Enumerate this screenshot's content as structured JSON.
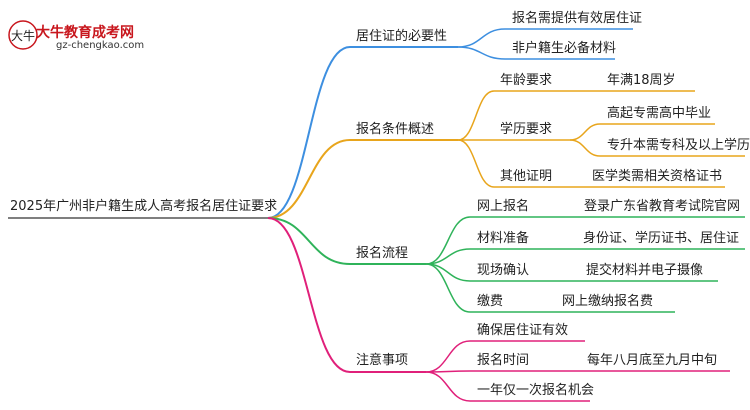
{
  "logo": {
    "title": "大牛教育成考网",
    "url": "gz-chengkao.com",
    "mark_glyph": "大牛"
  },
  "colors": {
    "branch1": "#3d8fe0",
    "branch2": "#e8a51c",
    "branch3": "#2fb35a",
    "branch4": "#e0207a",
    "root_line": "#555555",
    "brand": "#c8161d"
  },
  "mindmap": {
    "root": "2025年广州非户籍生成人高考报名居住证要求",
    "branches": [
      {
        "label": "居住证的必要性",
        "children": [
          {
            "label": "报名需提供有效居住证"
          },
          {
            "label": "非户籍生必备材料"
          }
        ]
      },
      {
        "label": "报名条件概述",
        "children": [
          {
            "label": "年龄要求",
            "children": [
              "年满18周岁"
            ]
          },
          {
            "label": "学历要求",
            "children": [
              "高起专需高中毕业",
              "专升本需专科及以上学历"
            ]
          },
          {
            "label": "其他证明",
            "children": [
              "医学类需相关资格证书"
            ]
          }
        ]
      },
      {
        "label": "报名流程",
        "children": [
          {
            "label": "网上报名",
            "children": [
              "登录广东省教育考试院官网"
            ]
          },
          {
            "label": "材料准备",
            "children": [
              "身份证、学历证书、居住证"
            ]
          },
          {
            "label": "现场确认",
            "children": [
              "提交材料并电子摄像"
            ]
          },
          {
            "label": "缴费",
            "children": [
              "网上缴纳报名费"
            ]
          }
        ]
      },
      {
        "label": "注意事项",
        "children": [
          {
            "label": "确保居住证有效"
          },
          {
            "label": "报名时间",
            "children": [
              "每年八月底至九月中旬"
            ]
          },
          {
            "label": "一年仅一次报名机会"
          }
        ]
      }
    ]
  }
}
